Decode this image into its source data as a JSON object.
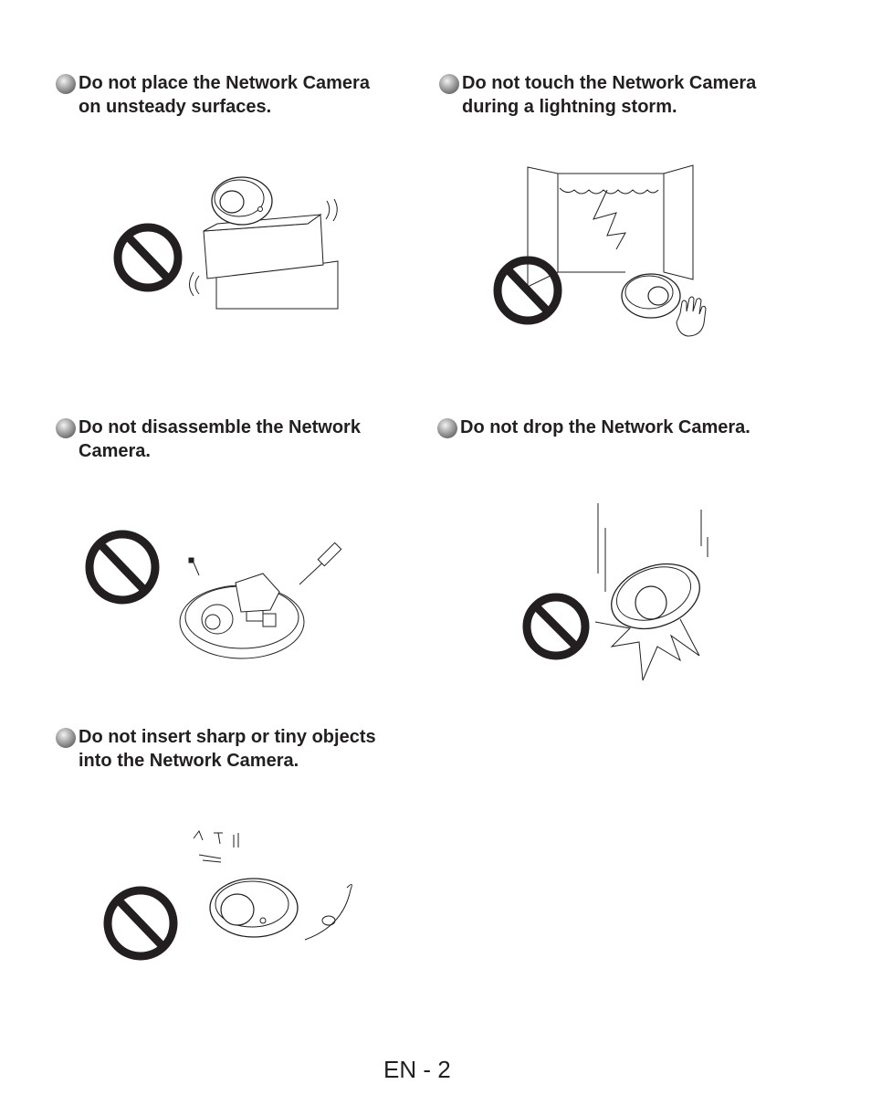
{
  "warnings": [
    {
      "line1": "Do not place the Network Camera",
      "line2": "on unsteady surfaces.",
      "icon": "unsteady-surface-illustration"
    },
    {
      "line1": "Do not touch the Network Camera",
      "line2": "during a lightning storm.",
      "icon": "lightning-storm-illustration"
    },
    {
      "line1": "Do not disassemble the Network",
      "line2": "Camera.",
      "icon": "disassemble-illustration"
    },
    {
      "line1": "Do not drop the Network Camera.",
      "line2": "",
      "icon": "drop-illustration"
    },
    {
      "line1": "Do not insert sharp or tiny objects",
      "line2": "into the Network Camera.",
      "icon": "sharp-objects-illustration"
    }
  ],
  "page_number": "EN - 2",
  "colors": {
    "ink": "#231f20",
    "bullet": "#9a9a9a"
  }
}
